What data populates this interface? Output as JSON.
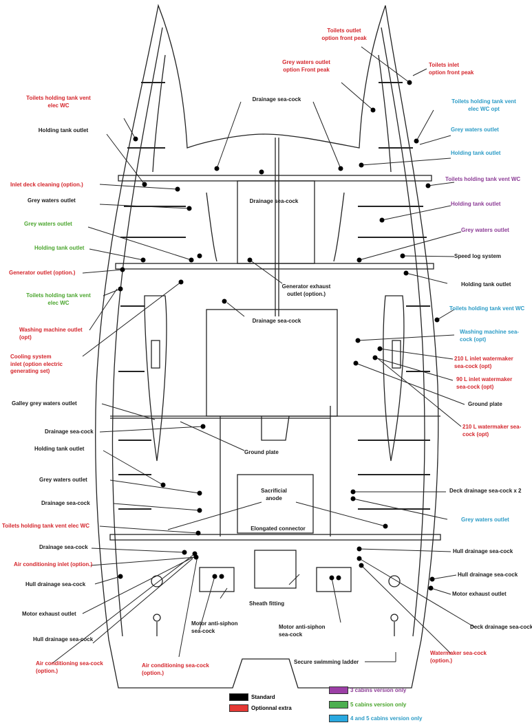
{
  "colors": {
    "standard": "#000000",
    "optional": "#e53935",
    "three_cabins": "#9c3fa6",
    "five_cabins": "#4caf50",
    "four_five_cabins": "#29a8e0"
  },
  "labels": {
    "toilets_outlet_front": "Toilets outlet\noption front peak",
    "toilets_inlet_front": "Toilets inlet\noption front peak",
    "grey_outlet_front": "Grey waters outlet\noption Front peak",
    "toilets_vent_elec_left": "Toilets holding tank vent\nelec WC",
    "drainage_top": "Drainage sea-cock",
    "toilets_vent_elec_opt": "Toilets holding tank vent\nelec WC opt",
    "holding_outlet_l1": "Holding tank outlet",
    "grey_outlet_r_blue": "Grey waters outlet",
    "holding_outlet_r_blue": "Holding tank outlet",
    "inlet_deck_cleaning": "Inlet deck cleaning (option.)",
    "toilets_vent_wc_purple": "Toilets holding tank vent WC",
    "grey_outlet_l1": "Grey waters outlet",
    "drainage_center1": "Drainage sea-cock",
    "holding_outlet_purple": "Holding tank outlet",
    "grey_outlet_l_green": "Grey waters outlet",
    "grey_outlet_purple": "Grey waters outlet",
    "holding_outlet_l_green": "Holding tank outlet",
    "speed_log": "Speed log system",
    "generator_outlet": "Generator outlet (option.)",
    "generator_exhaust": "Generator exhaust\noutlet (option.)",
    "holding_outlet_r2": "Holding tank outlet",
    "toilets_vent_elec_green": "Toilets holding tank vent\nelec WC",
    "toilets_vent_wc_blue": "Toilets holding tank vent WC",
    "drainage_center2": "Drainage sea-cock",
    "washing_l": "Washing machine outlet\n(opt)",
    "washing_r": "Washing machine sea-\ncock (opt)",
    "cooling": "Cooling system\ninlet (option electric\ngenerating set)",
    "wm210_inlet": "210 L inlet watermaker\nsea-cock (opt)",
    "wm90_inlet": "90 L inlet watermaker\nsea-cock (opt)",
    "ground_plate_r": "Ground plate",
    "galley_grey": "Galley grey waters outlet",
    "wm210": "210 L watermaker sea-\ncock (opt)",
    "drainage_l3": "Drainage sea-cock",
    "ground_plate_c": "Ground plate",
    "holding_outlet_l3": "Holding tank outlet",
    "grey_outlet_l3": "Grey waters outlet",
    "sacrificial": "Sacrificial\nanode",
    "deck_drainage_x2": "Deck drainage sea-cock x 2",
    "drainage_l4": "Drainage sea-cock",
    "grey_outlet_r_blue2": "Grey waters outlet",
    "toilets_vent_red": "Toilets holding tank vent elec WC",
    "elongated": "Elongated connector",
    "drainage_l5": "Drainage sea-cock",
    "hull_drainage_r1": "Hull drainage sea-cock",
    "air_cond_inlet": "Air conditioning inlet (option.)",
    "hull_drainage_r2": "Hull drainage sea-cock",
    "hull_drainage_l1": "Hull drainage sea-cock",
    "sheath": "Sheath fitting",
    "motor_exhaust_r": "Motor exhaust outlet",
    "motor_exhaust_l": "Motor exhaust outlet",
    "motor_antisiphon_l": "Motor anti-siphon\nsea-cock",
    "motor_antisiphon_r": "Motor anti-siphon\nsea-cock",
    "deck_drainage_r": "Deck drainage sea-cock",
    "hull_drainage_l2": "Hull drainage sea-cock",
    "air_cond_l": "Air conditioning sea-cock\n(option.)",
    "air_cond_c": "Air conditioning sea-cock\n(option.)",
    "watermaker": "Watermaker sea-cock\n(option.)",
    "ladder": "Secure swimming ladder"
  },
  "legend": {
    "standard": "Standard",
    "optional": "Optionnal extra",
    "three_cabins": "3 cabins version only",
    "five_cabins": "5 cabins version only",
    "four_five_cabins": "4 and 5 cabins version only"
  }
}
